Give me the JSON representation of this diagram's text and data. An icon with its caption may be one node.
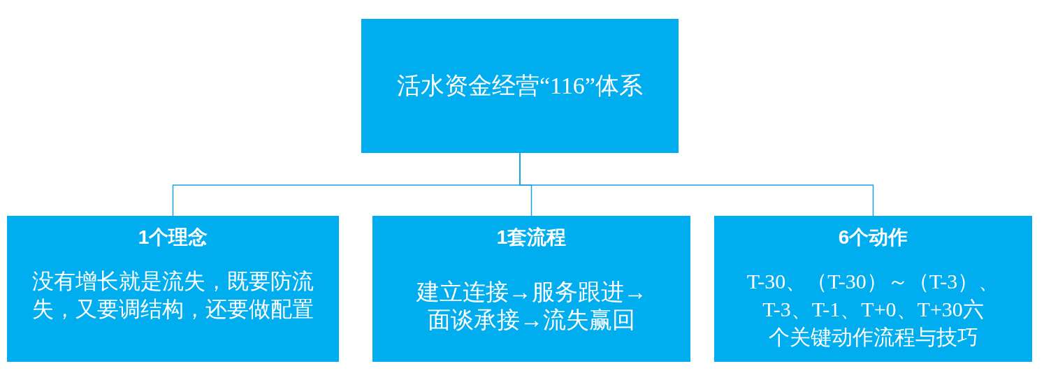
{
  "diagram": {
    "nodes": [
      {
        "text": [
          "活水资金经营“116”体系"
        ]
      },
      {
        "text": [
          "1个理念",
          "没有增长就是流失，既要防流失，又要调结构，还要做配置"
        ]
      },
      {
        "text": [
          "1套流程",
          "建立连接→服务跟进→面谈承接→流失赢回"
        ]
      },
      {
        "text": [
          "6个动作",
          "T-30、（T-30）～（T-3）、T-3、T-1、T+0、T+30六个关键动作流程与技巧"
        ]
      }
    ],
    "edges": [
      {
        "from": 0,
        "to": 1,
        "arrow": "none"
      },
      {
        "from": 0,
        "to": 2,
        "arrow": "none"
      },
      {
        "from": 0,
        "to": 3,
        "arrow": "none"
      }
    ]
  }
}
